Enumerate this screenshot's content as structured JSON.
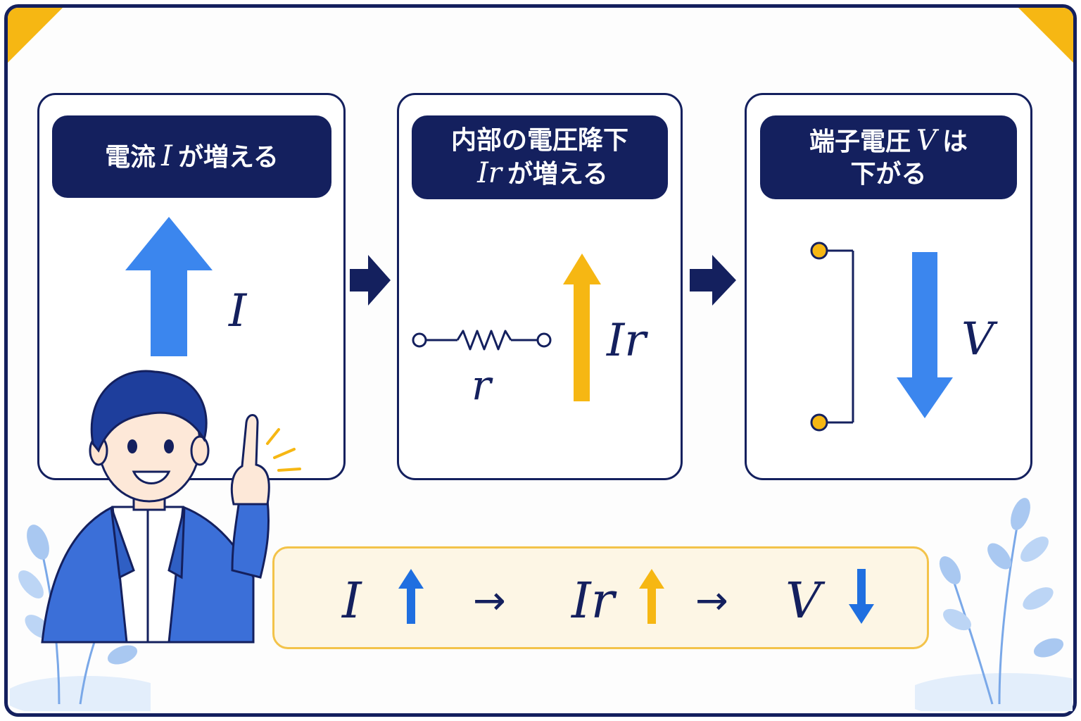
{
  "steps": [
    {
      "header_lines": [
        {
          "pre": "電流",
          "var": "I",
          "post": "が増える"
        }
      ],
      "label": "I"
    },
    {
      "header_lines": [
        {
          "pre": "内部の電圧降下",
          "var": "",
          "post": ""
        },
        {
          "pre": "",
          "var": "Ir",
          "post": "が増える"
        }
      ],
      "label": "Ir",
      "resistor_label": "r"
    },
    {
      "header_lines": [
        {
          "pre": "端子電圧",
          "var": "V",
          "post": "は"
        },
        {
          "pre": "下がる",
          "var": "",
          "post": ""
        }
      ],
      "label": "V"
    }
  ],
  "summary": {
    "items": [
      {
        "text": "I",
        "direction": "up"
      },
      {
        "text": "Ir",
        "direction": "up"
      },
      {
        "text": "V",
        "direction": "down"
      }
    ],
    "separator": "→"
  },
  "colors": {
    "navy": "#14205e",
    "blue": "#3b86ee",
    "yellow": "#f6b713",
    "summary_bg": "#fdf6e5"
  },
  "icons": [
    "up-arrow-icon",
    "down-arrow-icon",
    "right-arrow-icon",
    "resistor-icon",
    "terminal-icon",
    "person-pointing-illustration",
    "leaf-decoration"
  ]
}
